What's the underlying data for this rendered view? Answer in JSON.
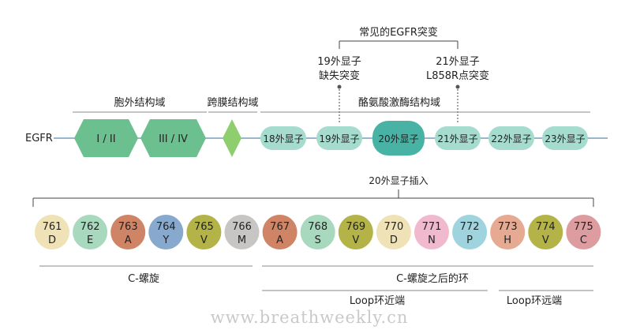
{
  "header": {
    "common_mutations": "常见的EGFR突变",
    "exon19_line1": "19外显子",
    "exon19_line2": "缺失突变",
    "exon21_line1": "21外显子",
    "exon21_line2": "L858R点突变"
  },
  "domains": {
    "extracellular": "胞外结构域",
    "transmembrane": "跨膜结构域",
    "kinase": "酪氨酸激酶结构域"
  },
  "gene_label": "EGFR",
  "shapes": {
    "hex1": "I / II",
    "hex2": "III / IV"
  },
  "exons": [
    {
      "label": "18外显子"
    },
    {
      "label": "19外显子"
    },
    {
      "label": "20外显子"
    },
    {
      "label": "21外显子"
    },
    {
      "label": "22外显子"
    },
    {
      "label": "23外显子"
    }
  ],
  "insertion_label": "20外显子插入",
  "residues": [
    {
      "num": "761",
      "aa": "D",
      "color": "#efe2b6"
    },
    {
      "num": "762",
      "aa": "E",
      "color": "#a8d8bd"
    },
    {
      "num": "763",
      "aa": "A",
      "color": "#cf8466"
    },
    {
      "num": "764",
      "aa": "Y",
      "color": "#86a9cd"
    },
    {
      "num": "765",
      "aa": "V",
      "color": "#b3b347"
    },
    {
      "num": "766",
      "aa": "M",
      "color": "#c7c6c4"
    },
    {
      "num": "767",
      "aa": "A",
      "color": "#cf8466"
    },
    {
      "num": "768",
      "aa": "S",
      "color": "#a8d8bd"
    },
    {
      "num": "769",
      "aa": "V",
      "color": "#b3b347"
    },
    {
      "num": "770",
      "aa": "D",
      "color": "#efe2b6"
    },
    {
      "num": "771",
      "aa": "N",
      "color": "#f0b9cd"
    },
    {
      "num": "772",
      "aa": "P",
      "color": "#9fd4df"
    },
    {
      "num": "773",
      "aa": "H",
      "color": "#e6a991"
    },
    {
      "num": "774",
      "aa": "V",
      "color": "#b3b347"
    },
    {
      "num": "775",
      "aa": "C",
      "color": "#dd9ca0"
    }
  ],
  "regions": {
    "c_helix": "C-螺旋",
    "after_c_helix": "C-螺旋之后的环",
    "loop_near": "Loop环近端",
    "loop_far": "Loop环远端"
  },
  "watermark": "www.breathweekly.cn",
  "colors": {
    "hexagon": "#6cc08f",
    "diamond": "#8fce6f",
    "exon": "#a6dccd",
    "exon20": "#48b3a5",
    "line": "#9ab6cc"
  }
}
